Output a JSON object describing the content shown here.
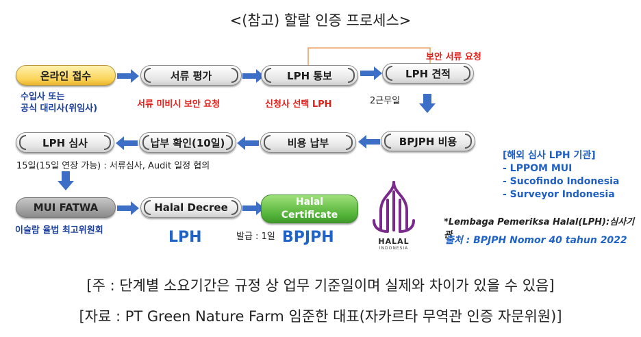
{
  "title": "<(참고) 할랄 인증 프로세스>",
  "steps": {
    "online": "온라인 접수",
    "doc_eval": "서류 평가",
    "lph_notice": "LPH 통보",
    "lph_quote": "LPH 견적",
    "bpjph_fee": "BPJPH 비용",
    "fee_payment": "비용 납부",
    "payment_check": "납부 확인(10일)",
    "lph_audit": "LPH 심사",
    "mui_fatwa": "MUI FATWA",
    "halal_decree": "Halal Decree",
    "certificate_line1": "Halal",
    "certificate_line2": "Certificate"
  },
  "notes": {
    "supplement_request_top": "보안 서류 요청",
    "importer_line1": "수입사 또는",
    "importer_line2": "공식 대리사(위임사)",
    "doc_supplement": "서류 미비시 보안 요청",
    "applicant_select": "신청사 선택 LPH",
    "two_weeks": "2근무일",
    "audit_days": "15일(15일 연장 가능) : 서류심사, Audit 일정 협의",
    "mui_desc": "이슬람 율법 최고위원회",
    "lph_label": "LPH",
    "issue_days": "발급 : 1일",
    "bpjph_label": "BPJPH"
  },
  "overseas": {
    "heading": "[해외 심사 LPH 기관]",
    "items": [
      "- LPPOM MUI",
      "- Sucofindo Indonesia",
      "- Surveyor Indonesia"
    ],
    "definition": "*Lembaga Pemeriksa Halal(LPH):심사기관",
    "source": "출처 : BPJPH Nomor 40 tahun 2022"
  },
  "logo": {
    "word": "HALAL",
    "sub": "INDONESIA"
  },
  "footer": {
    "note": "[주 : 단계별 소요기간은 규정 상 업무 기준일이며 실제와 차이가 있을 수 있음]",
    "source": "[자료 : PT Green Nature Farm 임준한 대표(자카르타 무역관 인증 자문위원)]"
  },
  "colors": {
    "arrow_blue": "#3e6fc6",
    "feedback_orange": "#f0a064",
    "logo_purple": "#7a2a8a"
  }
}
